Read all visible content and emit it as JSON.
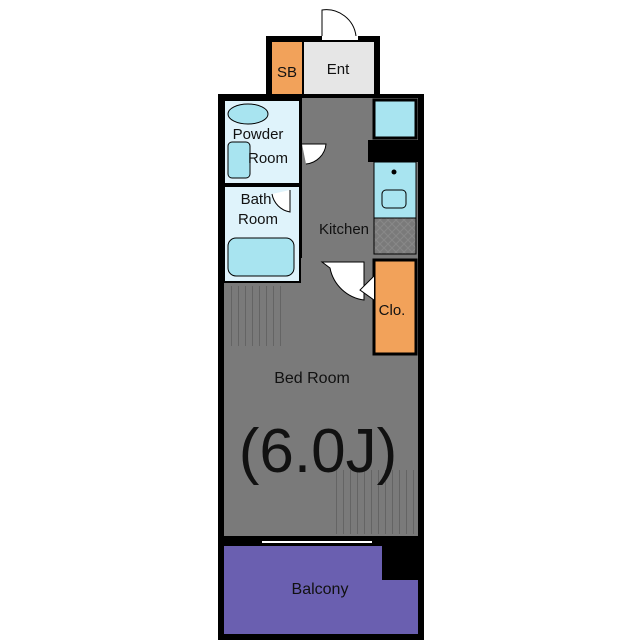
{
  "labels": {
    "sb": "SB",
    "entrance": "Ent",
    "powder_room_1": "Powder",
    "powder_room_2": "Room",
    "bath_room_1": "Bath",
    "bath_room_2": "Room",
    "kitchen": "Kitchen",
    "closet": "Clo.",
    "bed_room": "Bed Room",
    "bed_room_size": "(6.0J)",
    "balcony": "Balcony"
  },
  "colors": {
    "wall": "#000000",
    "floor_gray": "#7a7a7a",
    "wet_area": "#dff3fb",
    "fixture": "#a8e4f0",
    "storage": "#f2a25a",
    "entrance": "#e6e6e6",
    "balcony": "#6a5fb0"
  }
}
